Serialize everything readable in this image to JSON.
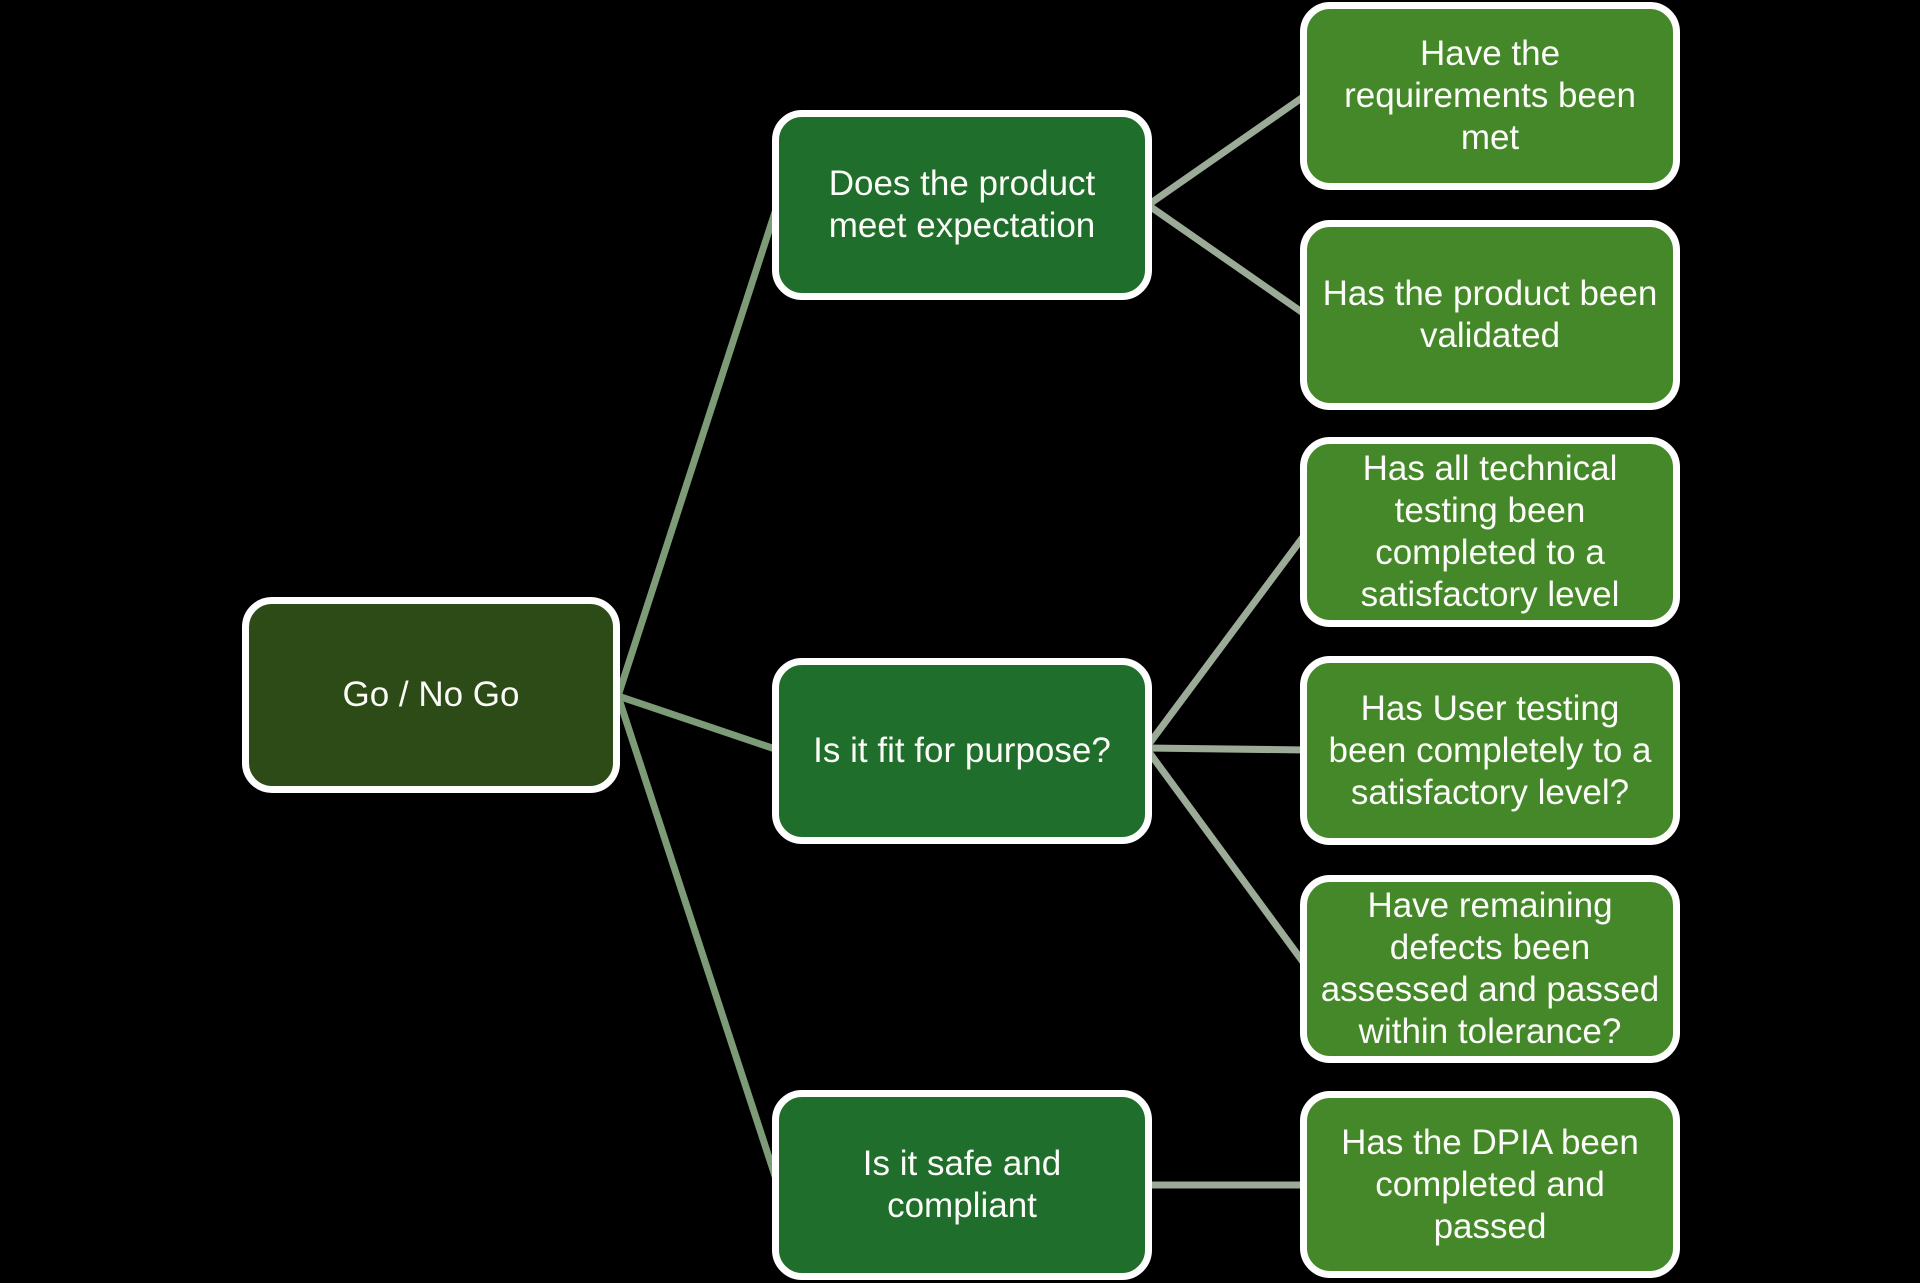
{
  "diagram": {
    "root": {
      "label": "Go / No Go"
    },
    "branches": [
      {
        "label": "Does the product meet expectation",
        "children": [
          {
            "label": "Have the requirements been met"
          },
          {
            "label": "Has the product been validated"
          }
        ]
      },
      {
        "label": "Is it fit for purpose?",
        "children": [
          {
            "label": "Has all technical testing been completed to a satisfactory level"
          },
          {
            "label": "Has User testing been completely to a satisfactory level?"
          },
          {
            "label": "Have remaining defects been assessed and passed within tolerance?"
          }
        ]
      },
      {
        "label": "Is it safe and compliant",
        "children": [
          {
            "label": "Has the DPIA been completed and passed"
          }
        ]
      }
    ],
    "colors": {
      "background": "#000000",
      "root_fill": "#2d4b16",
      "branch_fill": "#1f6e2b",
      "leaf_fill": "#44882a",
      "node_border": "#ffffff",
      "text": "#fbfcf7",
      "connector_root": "#7d9b76",
      "connector_branch": "#9bab97"
    }
  }
}
